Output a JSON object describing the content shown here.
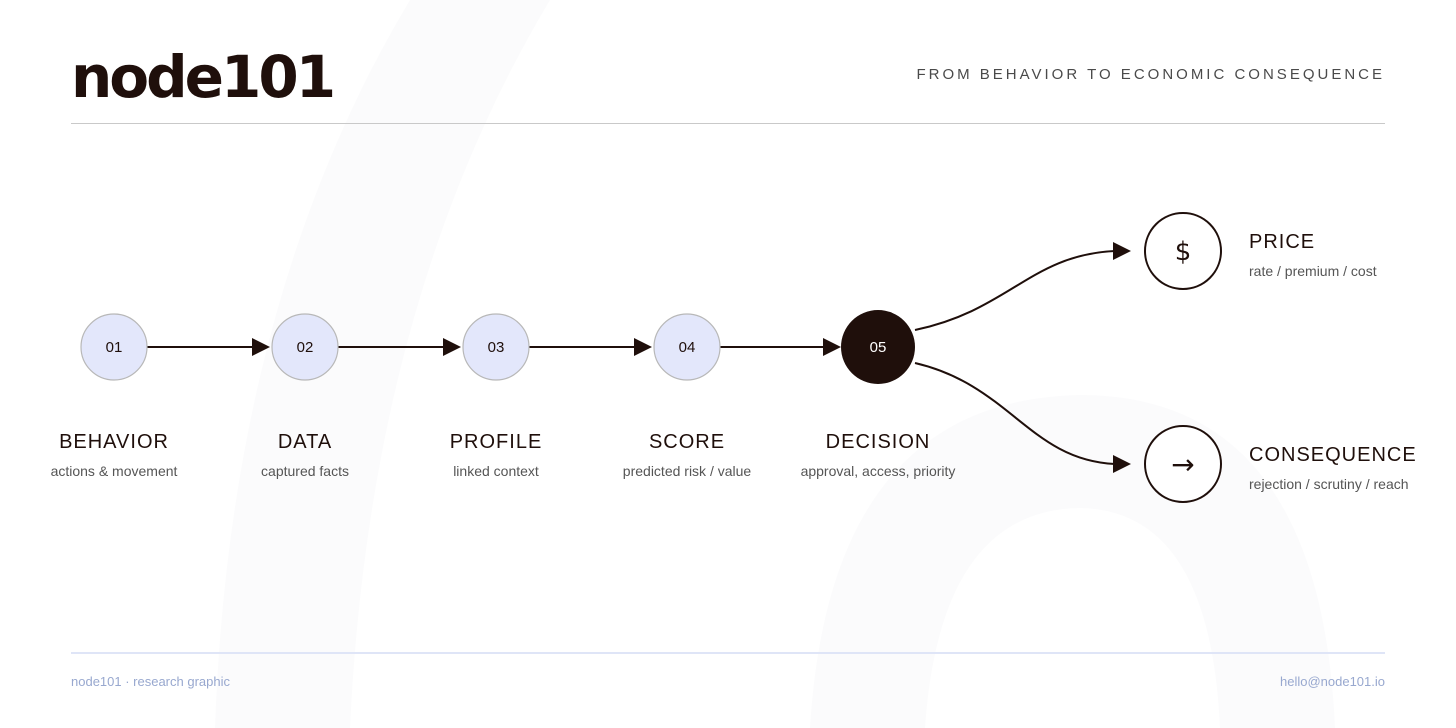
{
  "header": {
    "logo_text": "node101",
    "tagline": "FROM BEHAVIOR TO ECONOMIC CONSEQUENCE"
  },
  "nodes": [
    {
      "num": "01",
      "title": "BEHAVIOR",
      "subtitle": "actions & movement"
    },
    {
      "num": "02",
      "title": "DATA",
      "subtitle": "captured facts"
    },
    {
      "num": "03",
      "title": "PROFILE",
      "subtitle": "linked context"
    },
    {
      "num": "04",
      "title": "SCORE",
      "subtitle": "predicted risk / value"
    },
    {
      "num": "05",
      "title": "DECISION",
      "subtitle": "approval, access, priority"
    }
  ],
  "outcomes": [
    {
      "icon": "$",
      "icon_name": "dollar-icon",
      "title": "PRICE",
      "subtitle": "rate / premium / cost"
    },
    {
      "icon": "→",
      "icon_name": "arrow-right-icon",
      "title": "CONSEQUENCE",
      "subtitle": "rejection / scrutiny / reach"
    }
  ],
  "footer": {
    "left": "node101 · research graphic",
    "right": "hello@node101.io"
  },
  "colors": {
    "dark": "#1f0f0b",
    "node_fill": "#e3e7fb",
    "node_stroke": "#b8b8b8",
    "footer_text": "#98a8cf"
  }
}
